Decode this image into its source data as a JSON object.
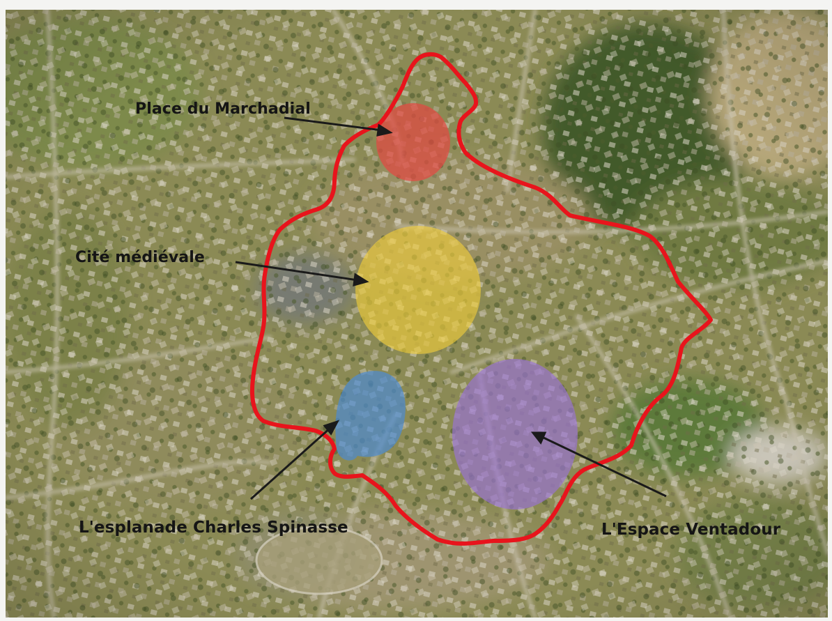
{
  "map": {
    "type": "annotated aerial photograph",
    "boundary_color": "#e8141c",
    "zones": [
      {
        "id": "marchadial",
        "label": "Place du Marchadial",
        "color": "#e24a43"
      },
      {
        "id": "cite",
        "label": "Cité médiévale",
        "color": "#f2cf3a"
      },
      {
        "id": "esplanade",
        "label": "L'esplanade Charles Spinasse",
        "color": "#4a8ad6"
      },
      {
        "id": "ventadour",
        "label": "L'Espace Ventadour",
        "color": "#9a72d6"
      }
    ]
  }
}
